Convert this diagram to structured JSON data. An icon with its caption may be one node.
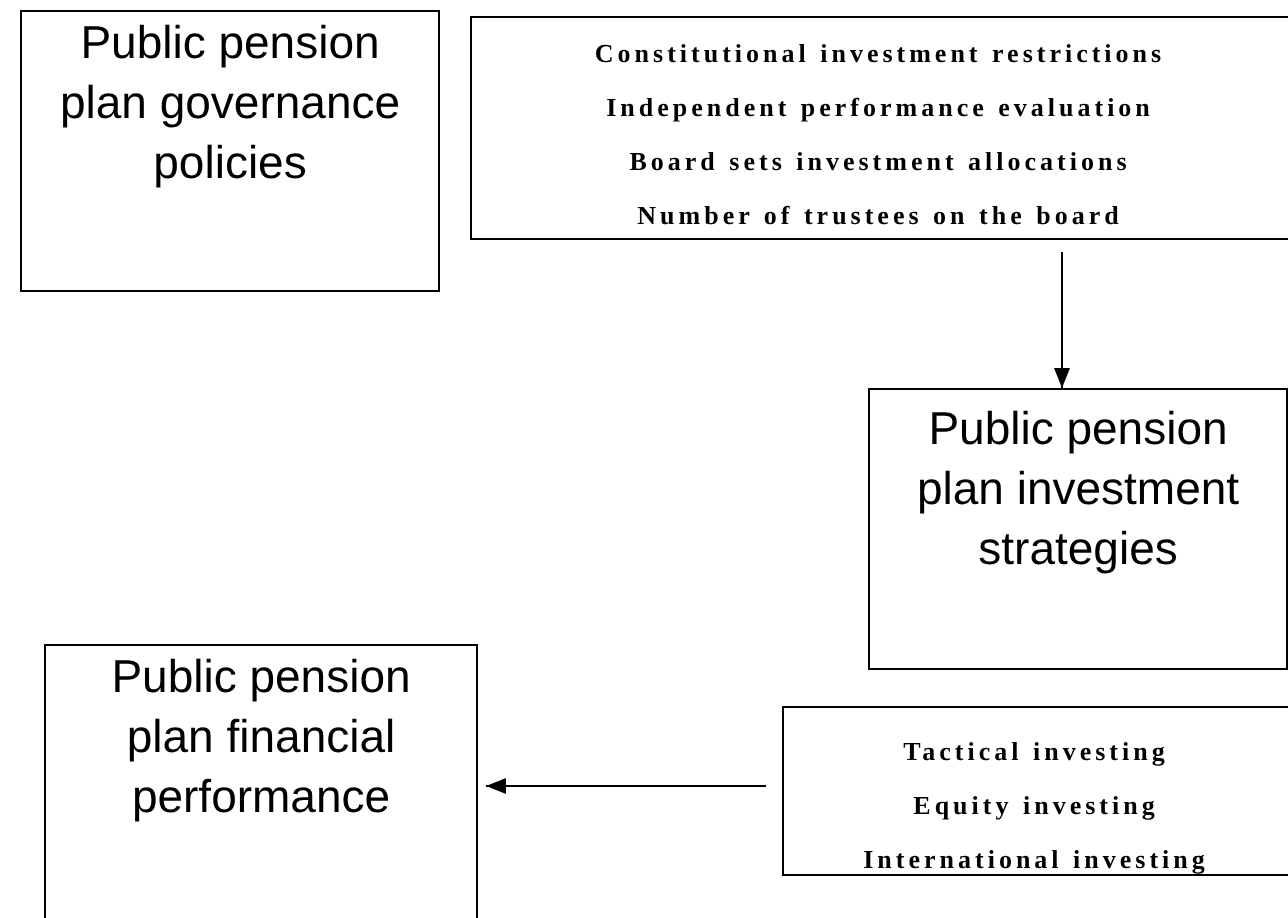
{
  "diagram": {
    "nodes": [
      {
        "text": [
          "Public pension plan governance policies"
        ]
      },
      {
        "text": [
          "Constitutional investment restrictions",
          "Independent performance evaluation",
          "Board sets investment allocations",
          "Number of trustees on the board"
        ]
      },
      {
        "text": [
          "Public pension plan investment strategies"
        ]
      },
      {
        "text": [
          "Tactical investing",
          "Equity investing",
          "International investing"
        ]
      },
      {
        "text": [
          "Public pension plan financial performance"
        ]
      }
    ],
    "edges": [
      {
        "from": 1,
        "to": 2,
        "arrow": "to"
      },
      {
        "from": 3,
        "to": 4,
        "arrow": "to"
      }
    ]
  }
}
